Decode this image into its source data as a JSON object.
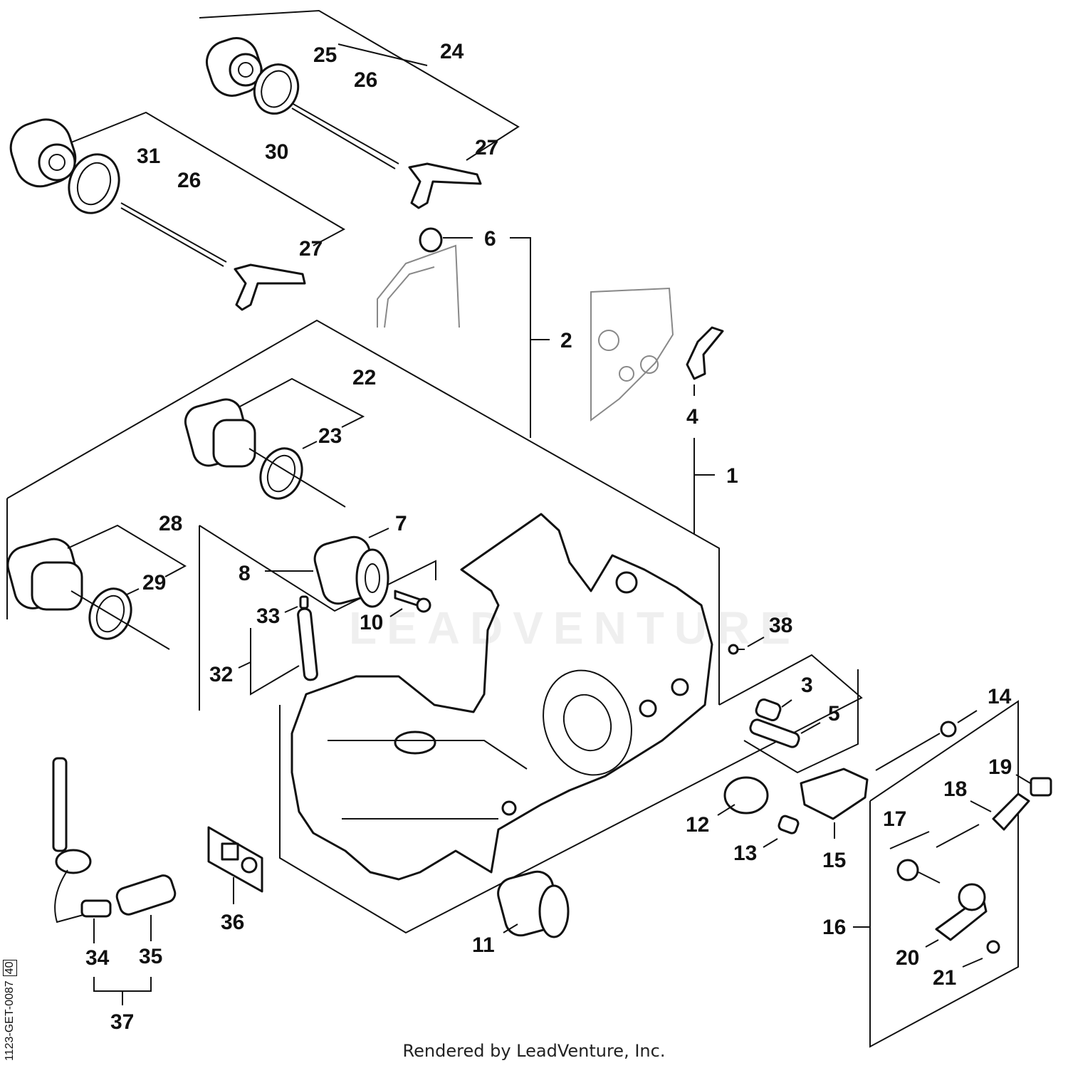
{
  "diagram": {
    "callouts": [
      {
        "id": "c1",
        "text": "1"
      },
      {
        "id": "c2",
        "text": "2"
      },
      {
        "id": "c3",
        "text": "3"
      },
      {
        "id": "c4",
        "text": "4"
      },
      {
        "id": "c5",
        "text": "5"
      },
      {
        "id": "c6",
        "text": "6"
      },
      {
        "id": "c7",
        "text": "7"
      },
      {
        "id": "c8",
        "text": "8"
      },
      {
        "id": "c10",
        "text": "10"
      },
      {
        "id": "c11",
        "text": "11"
      },
      {
        "id": "c12",
        "text": "12"
      },
      {
        "id": "c13",
        "text": "13"
      },
      {
        "id": "c14",
        "text": "14"
      },
      {
        "id": "c15",
        "text": "15"
      },
      {
        "id": "c16",
        "text": "16"
      },
      {
        "id": "c17",
        "text": "17"
      },
      {
        "id": "c18",
        "text": "18"
      },
      {
        "id": "c19",
        "text": "19"
      },
      {
        "id": "c20",
        "text": "20"
      },
      {
        "id": "c21",
        "text": "21"
      },
      {
        "id": "c22",
        "text": "22"
      },
      {
        "id": "c23",
        "text": "23"
      },
      {
        "id": "c24",
        "text": "24"
      },
      {
        "id": "c25",
        "text": "25"
      },
      {
        "id": "c26a",
        "text": "26"
      },
      {
        "id": "c26b",
        "text": "26"
      },
      {
        "id": "c27a",
        "text": "27"
      },
      {
        "id": "c27b",
        "text": "27"
      },
      {
        "id": "c28",
        "text": "28"
      },
      {
        "id": "c29",
        "text": "29"
      },
      {
        "id": "c30",
        "text": "30"
      },
      {
        "id": "c31",
        "text": "31"
      },
      {
        "id": "c32",
        "text": "32"
      },
      {
        "id": "c33",
        "text": "33"
      },
      {
        "id": "c34",
        "text": "34"
      },
      {
        "id": "c35",
        "text": "35"
      },
      {
        "id": "c36",
        "text": "36"
      },
      {
        "id": "c37",
        "text": "37"
      },
      {
        "id": "c38",
        "text": "38"
      }
    ]
  },
  "watermark": "LEADVENTURE",
  "footer": "Rendered by LeadVenture, Inc.",
  "doc_id": "1123-GET-0087",
  "doc_rev": "40"
}
